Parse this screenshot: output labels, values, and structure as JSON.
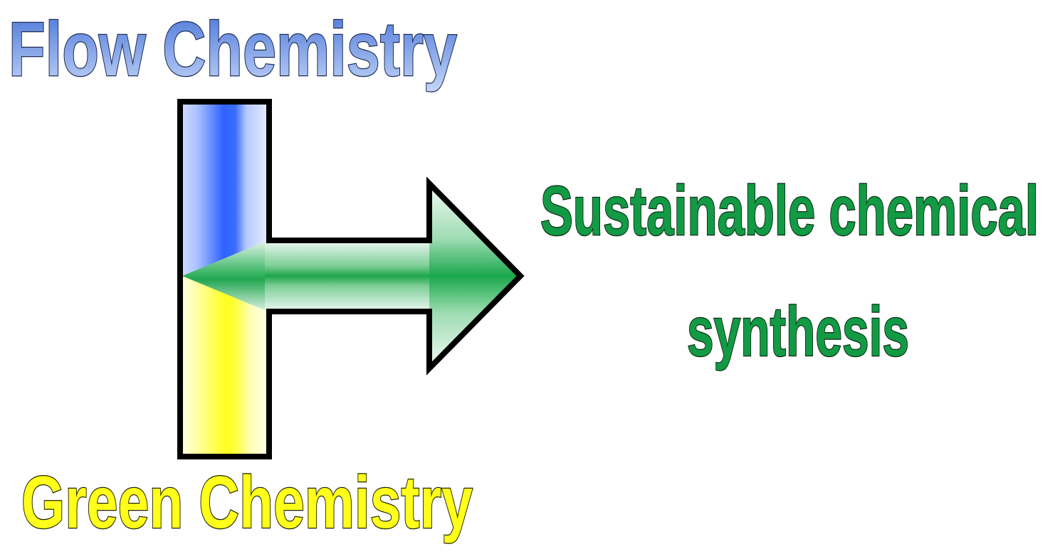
{
  "diagram": {
    "top_label": "Flow Chemistry",
    "bottom_label": "Green Chemistry",
    "result_line1": "Sustainable chemical",
    "result_line2": "synthesis"
  },
  "colors": {
    "flow": "#3a66ff",
    "flow_light": "#dfe8ff",
    "flow_text_top": "#4a78d6",
    "flow_text_bottom": "#bcd0f5",
    "green_chem": "#ffff33",
    "green_chem_light": "#ffffd6",
    "result": "#129a45",
    "arrow": "#1aa84b",
    "arrow_light": "#e9f7ee",
    "outline": "#000000"
  }
}
